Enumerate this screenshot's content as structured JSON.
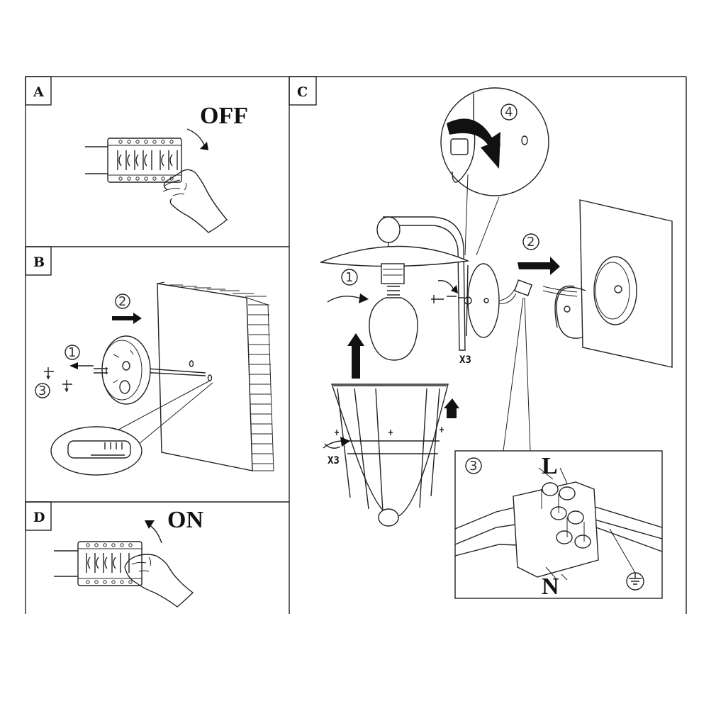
{
  "panels": {
    "a": {
      "label": "A",
      "action": "OFF"
    },
    "b": {
      "label": "B",
      "steps": [
        "1",
        "2",
        "3"
      ]
    },
    "c": {
      "label": "C",
      "steps": [
        "1",
        "2",
        "3",
        "4"
      ],
      "multipliers": [
        "X3",
        "X3"
      ],
      "wire_labels": {
        "live": "L",
        "neutral": "N"
      }
    },
    "d": {
      "label": "D",
      "action": "ON"
    }
  }
}
